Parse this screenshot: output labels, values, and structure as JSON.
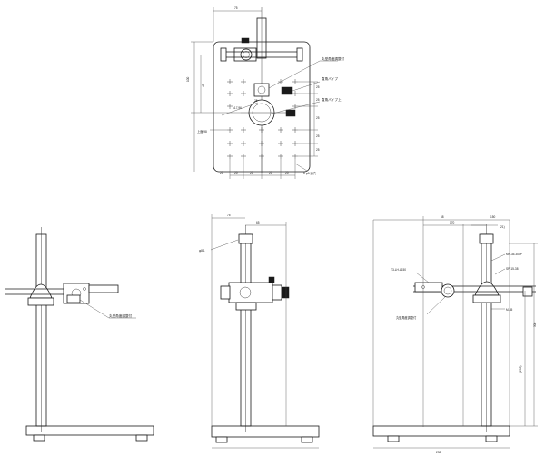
{
  "top_view": {
    "dims": {
      "top_width": "75",
      "height_left": "100",
      "height_mid": "45",
      "col_right": [
        "25",
        "25",
        "25",
        "25",
        "25"
      ],
      "bottom": [
        "25",
        "25",
        "25",
        "25",
        "25"
      ],
      "diameter": "⌀17.96",
      "offset": "25"
    },
    "labels": {
      "left_mark": "上面 98",
      "callout_1": "丸型角度調整付",
      "callout_2": "直角パイプ",
      "callout_3": "直角パイプ上",
      "screw_note": "8-φ9 通穴"
    }
  },
  "side_left": {
    "callout": "丸型角度調整付"
  },
  "side_mid": {
    "dims": {
      "top": "75",
      "sub": "65"
    },
    "label_left": "φ8-1"
  },
  "side_right": {
    "dims": {
      "top_left": "68",
      "top_right": "150",
      "sub": "170",
      "right_a": "(21)",
      "v1": "300",
      "v2": "(298)",
      "bottom": "298"
    },
    "labels": {
      "left_a": "T3-LH-L150",
      "left_b": "丸型角度調整付",
      "r1": "MP-35-300P",
      "r2": "SP-15-38",
      "r3": "M-35"
    }
  }
}
